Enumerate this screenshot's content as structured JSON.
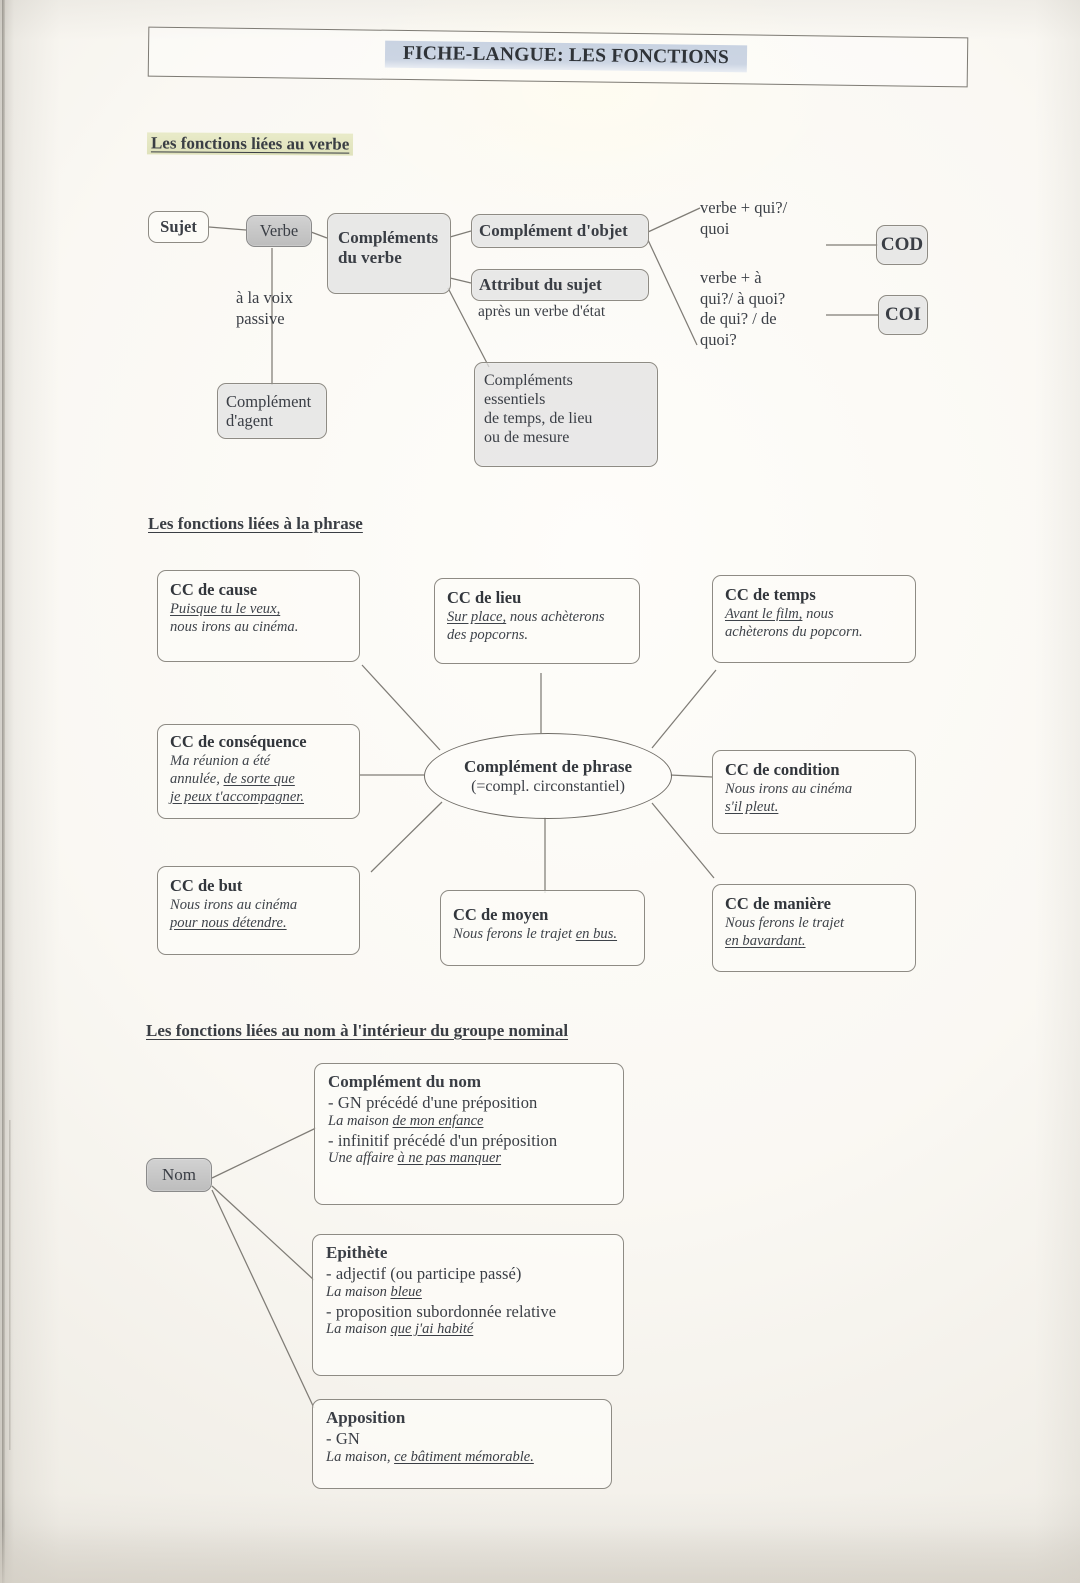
{
  "document": {
    "title": "FICHE-LANGUE: LES FONCTIONS"
  },
  "sections": [
    {
      "heading": "Les fonctions liées au verbe"
    },
    {
      "heading": "Les fonctions liées à la phrase"
    },
    {
      "heading": "Les fonctions liées au nom à l'intérieur du groupe nominal"
    }
  ],
  "verb_diagram": {
    "sujet": "Sujet",
    "verbe": "Verbe",
    "complements_du_verbe": "Compléments\ndu verbe",
    "complements_du_verbe_l1": "Compléments",
    "complements_du_verbe_l2": "du verbe",
    "voix_passive_l1": "à la voix",
    "voix_passive_l2": "passive",
    "complement_agent_l1": "Complément",
    "complement_agent_l2": "d'agent",
    "complement_objet": "Complément d'objet",
    "attribut_sujet": "Attribut du sujet",
    "attribut_sujet_note": "après un verbe d'état",
    "complements_essentiels_l1": "Compléments",
    "complements_essentiels_l2": "essentiels",
    "complements_essentiels_l3": "de temps, de lieu",
    "complements_essentiels_l4": "ou de mesure",
    "question_cod_l1": "verbe + qui?/",
    "question_cod_l2": "quoi",
    "question_coi_l1": "verbe + à",
    "question_coi_l2": "qui?/ à quoi?",
    "question_coi_l3": "de qui? / de",
    "question_coi_l4": "quoi?",
    "cod": "COD",
    "coi": "COI"
  },
  "phrase_diagram": {
    "center_line1": "Complément de phrase",
    "center_line2": "(=compl. circonstantiel)",
    "boxes": [
      {
        "id": "cc-cause",
        "title": "CC de cause",
        "example_line1_underlined": "Puisque tu le veux,",
        "example_line2": "nous irons au cinéma."
      },
      {
        "id": "cc-lieu",
        "title": "CC de lieu",
        "example_line1_underlined": "Sur place,",
        "example_line1_rest": " nous achèterons",
        "example_line2": "des popcorns."
      },
      {
        "id": "cc-temps",
        "title": "CC de temps",
        "example_line1_underlined": "Avant le film,",
        "example_line1_rest": " nous",
        "example_line2": "achèterons du popcorn."
      },
      {
        "id": "cc-consequence",
        "title": "CC de conséquence",
        "example_line1": "Ma réunion a été",
        "example_line2": "annulée, ",
        "example_line2_underlined": "de sorte que",
        "example_line3_underlined": "je peux t'accompagner."
      },
      {
        "id": "cc-condition",
        "title": "CC de condition",
        "example_line1": "Nous irons au cinéma",
        "example_line2_underlined": "s'il pleut."
      },
      {
        "id": "cc-but",
        "title": "CC de but",
        "example_line1": "Nous irons au cinéma",
        "example_line2_underlined": "pour nous détendre."
      },
      {
        "id": "cc-moyen",
        "title": "CC de moyen",
        "example_line1": "Nous ferons le trajet ",
        "example_line1_underlined": "en bus."
      },
      {
        "id": "cc-maniere",
        "title": "CC de manière",
        "example_line1": "Nous ferons le trajet",
        "example_line2_underlined": "en bavardant."
      }
    ]
  },
  "nom_diagram": {
    "nom": "Nom",
    "complement_du_nom": {
      "title": "Complément du nom",
      "item1": "- GN précédé d'une préposition",
      "example1_prefix": "La maison ",
      "example1_underlined": "de mon enfance",
      "item2": "- infinitif précédé d'un préposition",
      "example2_prefix": "Une affaire ",
      "example2_underlined": "à ne pas manquer"
    },
    "epithete": {
      "title": "Epithète",
      "item1": "- adjectif (ou participe passé)",
      "example1_prefix": "La maison ",
      "example1_underlined": "bleue",
      "item2": "- proposition subordonnée relative",
      "example2_prefix": "La maison ",
      "example2_underlined": "que j'ai habité"
    },
    "apposition": {
      "title": "Apposition",
      "item1": "- GN",
      "example1_prefix": "La maison, ",
      "example1_underlined": "ce bâtiment mémorable."
    }
  },
  "colors": {
    "title_highlight": "#c9d3e2",
    "heading_highlight": "#e9ebc9",
    "node_border": "#8e8b84",
    "filled_node": "#c9c9c9",
    "ink": "#3b3f46",
    "paper": "#faf8f3"
  }
}
